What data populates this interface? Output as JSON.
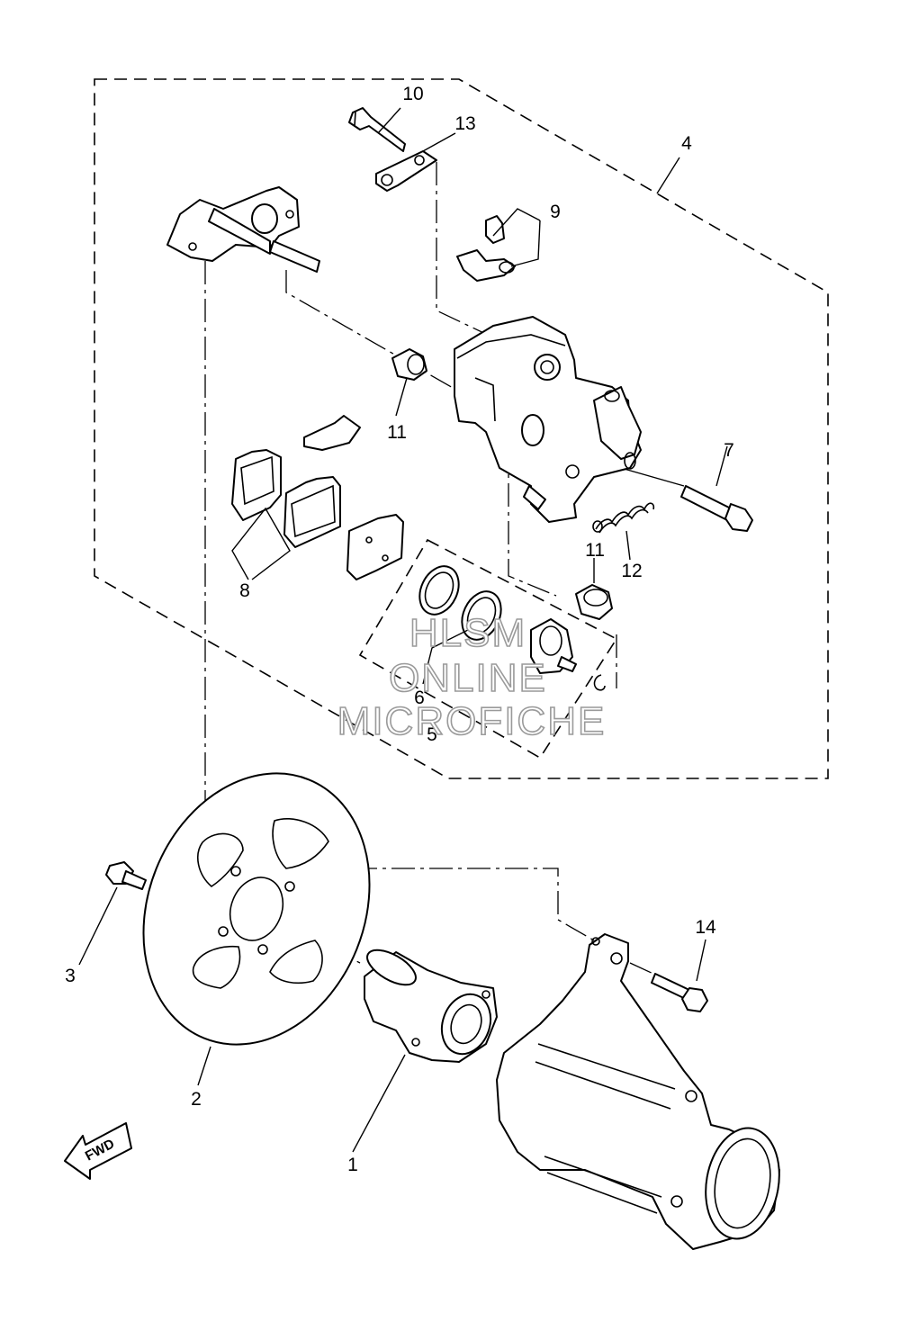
{
  "callouts": {
    "c1": "1",
    "c2": "2",
    "c3": "3",
    "c4": "4",
    "c5": "5",
    "c6": "6",
    "c7": "7",
    "c8": "8",
    "c9": "9",
    "c10": "10",
    "c11a": "11",
    "c11b": "11",
    "c12": "12",
    "c13": "13",
    "c14": "14"
  },
  "watermark": {
    "line1": "HLSM",
    "line2": "ONLINE",
    "line3": "MICROFICHE"
  },
  "direction": {
    "label": "FWD"
  }
}
